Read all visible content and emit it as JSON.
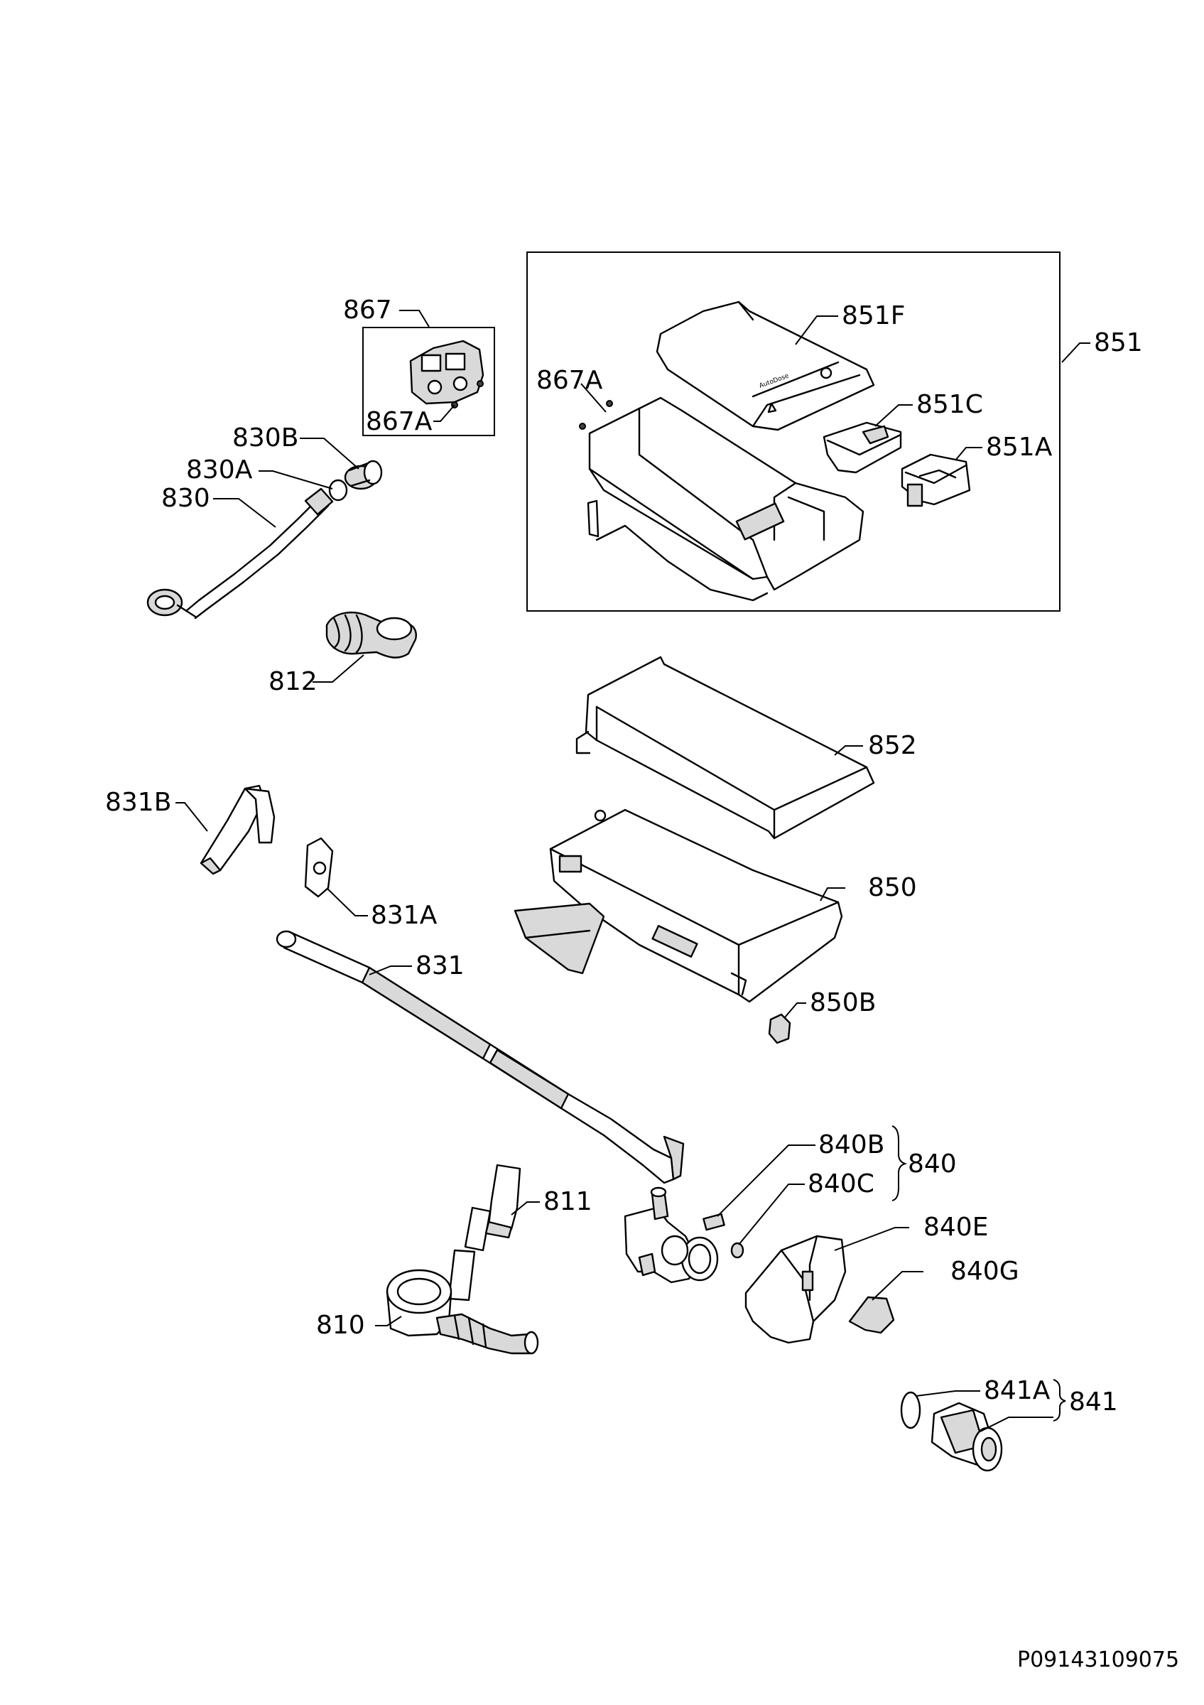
{
  "labels": {
    "l867": "867",
    "l867a_top": "867A",
    "l867a": "867A",
    "l830b": "830B",
    "l830a": "830A",
    "l830": "830",
    "l812": "812",
    "l851f": "851F",
    "l851": "851",
    "l851c": "851C",
    "l851a": "851A",
    "l852": "852",
    "l831b": "831B",
    "l831a": "831A",
    "l850": "850",
    "l831": "831",
    "l850b": "850B",
    "l840b": "840B",
    "l840": "840",
    "l840c": "840C",
    "l811": "811",
    "l840e": "840E",
    "l840g": "840G",
    "l810": "810",
    "l841a": "841A",
    "l841": "841"
  },
  "dispenser_text": "AutoDose",
  "doc_number": "P09143109075"
}
